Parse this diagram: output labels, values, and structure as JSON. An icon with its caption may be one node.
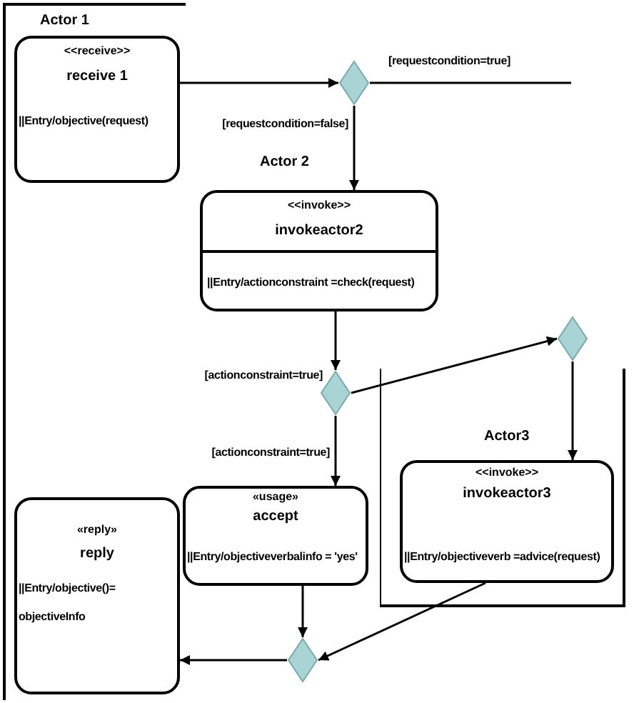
{
  "diagram": {
    "nodes": [
      {
        "text": [
          "Actor 1"
        ]
      },
      {
        "text": [
          "<<receive>>",
          "receive 1",
          "||Entry/objective(request)"
        ],
        "in": 0
      },
      {
        "text": [],
        "shape": "diamond"
      },
      {
        "text": [
          "Actor 2",
          "<<invoke>>",
          "invokeactor2",
          "||Entry/actionconstraint =check(request)"
        ]
      },
      {
        "text": [],
        "shape": "diamond"
      },
      {
        "text": [],
        "shape": "diamond"
      },
      {
        "text": [
          "Actor3"
        ]
      },
      {
        "text": [
          "<<invoke>>",
          "invokeactor3",
          "||Entry/objectiveverb =advice(request)"
        ],
        "in": 6
      },
      {
        "text": [
          "«usage»",
          "accept",
          "||Entry/objectiveverbalinfo = 'yes'"
        ]
      },
      {
        "text": [
          "«reply»",
          "reply",
          "||Entry/objective()= objectiveInfo"
        ],
        "in": 0
      },
      {
        "text": [],
        "shape": "diamond"
      }
    ],
    "edges": [
      {
        "from": 1,
        "to": 2,
        "arrow": "to"
      },
      {
        "from": 2,
        "to": null,
        "label": "[requestcondition=true]",
        "arrow": "none"
      },
      {
        "from": 2,
        "to": 3,
        "label": "[requestcondition=false]",
        "arrow": "to"
      },
      {
        "from": 3,
        "to": 4,
        "label": "[actionconstraint=true]",
        "arrow": "to"
      },
      {
        "from": 4,
        "to": 5,
        "arrow": "to"
      },
      {
        "from": 4,
        "to": 8,
        "label": "[actionconstraint=true]",
        "arrow": "to"
      },
      {
        "from": 5,
        "to": 7,
        "arrow": "to"
      },
      {
        "from": 8,
        "to": 10,
        "arrow": "to"
      },
      {
        "from": 7,
        "to": 10,
        "arrow": "to"
      },
      {
        "from": 10,
        "to": 9,
        "arrow": "to"
      }
    ]
  }
}
